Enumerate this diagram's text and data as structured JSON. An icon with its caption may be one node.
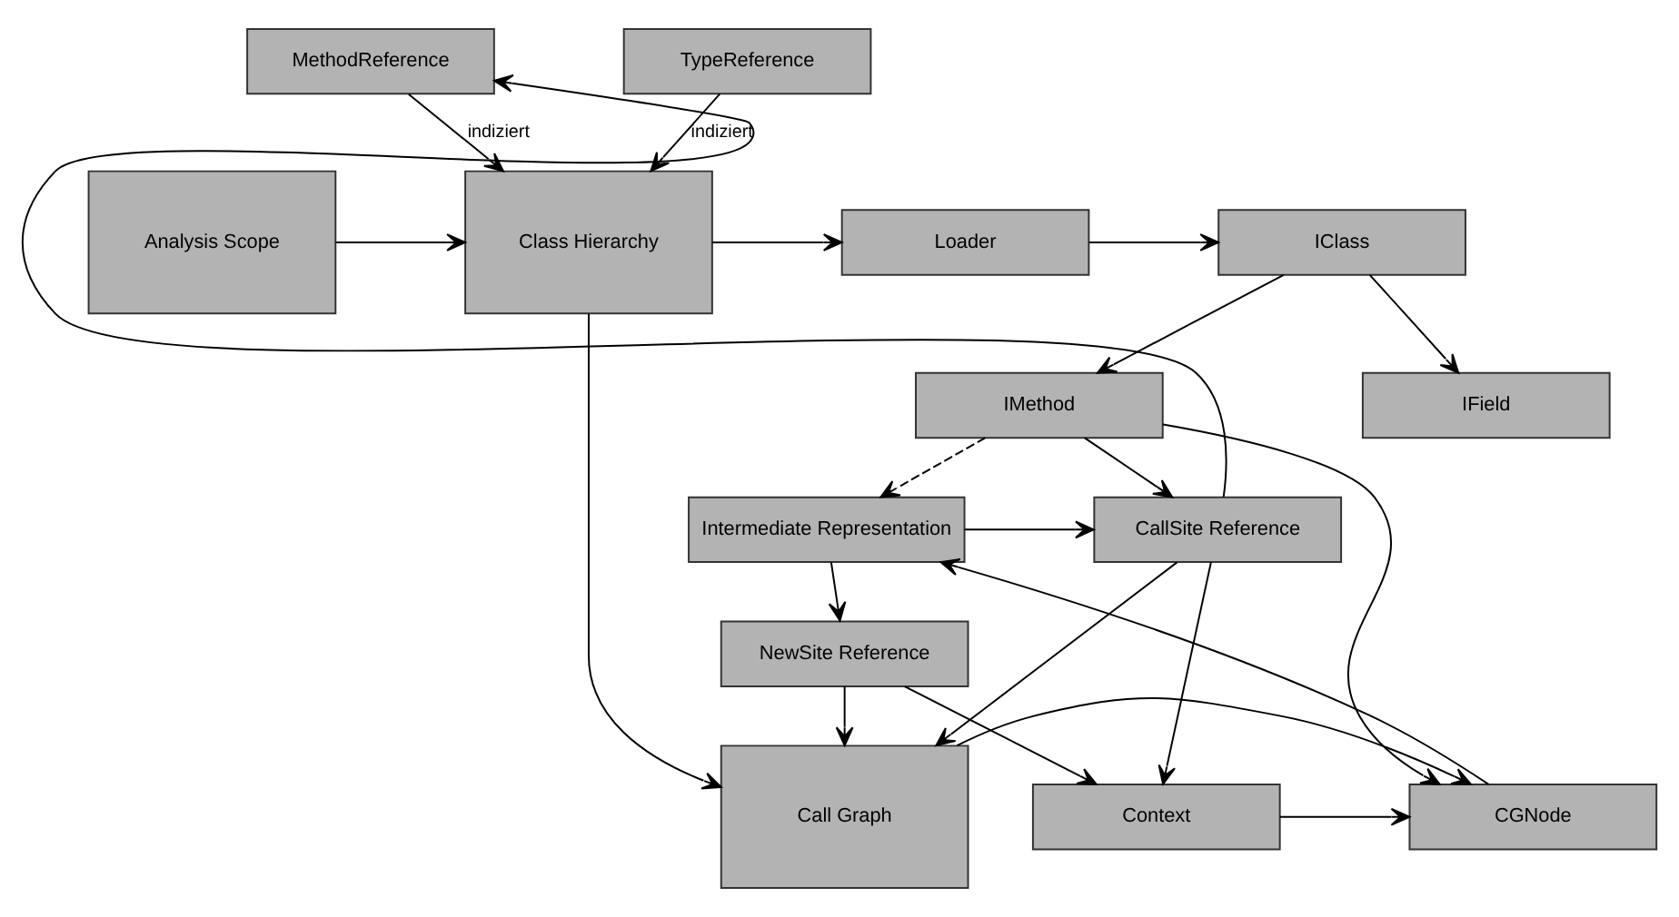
{
  "diagram": {
    "nodes": [
      {
        "text": [
          "MethodReference"
        ]
      },
      {
        "text": [
          "TypeReference"
        ]
      },
      {
        "text": [
          "Analysis Scope"
        ]
      },
      {
        "text": [
          "Class Hierarchy"
        ]
      },
      {
        "text": [
          "Loader"
        ]
      },
      {
        "text": [
          "IClass"
        ]
      },
      {
        "text": [
          "IField"
        ]
      },
      {
        "text": [
          "IMethod"
        ]
      },
      {
        "text": [
          "CallSite Reference"
        ]
      },
      {
        "text": [
          "Intermediate Representation"
        ]
      },
      {
        "text": [
          "Call Graph"
        ]
      },
      {
        "text": [
          "NewSite Reference"
        ]
      },
      {
        "text": [
          "CGNode"
        ]
      },
      {
        "text": [
          "Context"
        ]
      }
    ],
    "edges": [
      {
        "from": 0,
        "to": 3,
        "arrow": "to",
        "label": "indiziert"
      },
      {
        "from": 1,
        "to": 3,
        "arrow": "to",
        "label": "indiziert"
      },
      {
        "from": 2,
        "to": 3,
        "arrow": "to"
      },
      {
        "from": 3,
        "to": 4,
        "arrow": "to"
      },
      {
        "from": 4,
        "to": 5,
        "arrow": "to"
      },
      {
        "from": 5,
        "to": 6,
        "arrow": "to"
      },
      {
        "from": 5,
        "to": 7,
        "arrow": "to"
      },
      {
        "from": 7,
        "to": 8,
        "arrow": "to"
      },
      {
        "from": 7,
        "to": 9,
        "arrow": "to",
        "style": "dashed"
      },
      {
        "from": 7,
        "to": 12,
        "arrow": "to"
      },
      {
        "from": 12,
        "to": 9,
        "arrow": "to"
      },
      {
        "from": 9,
        "to": 8,
        "arrow": "to"
      },
      {
        "from": 8,
        "to": 0,
        "arrow": "to"
      },
      {
        "from": 8,
        "to": 10,
        "arrow": "to"
      },
      {
        "from": 3,
        "to": 10,
        "arrow": "to"
      },
      {
        "from": 8,
        "to": 13,
        "arrow": "to"
      },
      {
        "from": 9,
        "to": 11,
        "arrow": "to"
      },
      {
        "from": 11,
        "to": 10,
        "arrow": "to"
      },
      {
        "from": 11,
        "to": 13,
        "arrow": "to"
      },
      {
        "from": 13,
        "to": 12,
        "arrow": "to"
      },
      {
        "from": 10,
        "to": 12,
        "arrow": "to"
      }
    ]
  }
}
